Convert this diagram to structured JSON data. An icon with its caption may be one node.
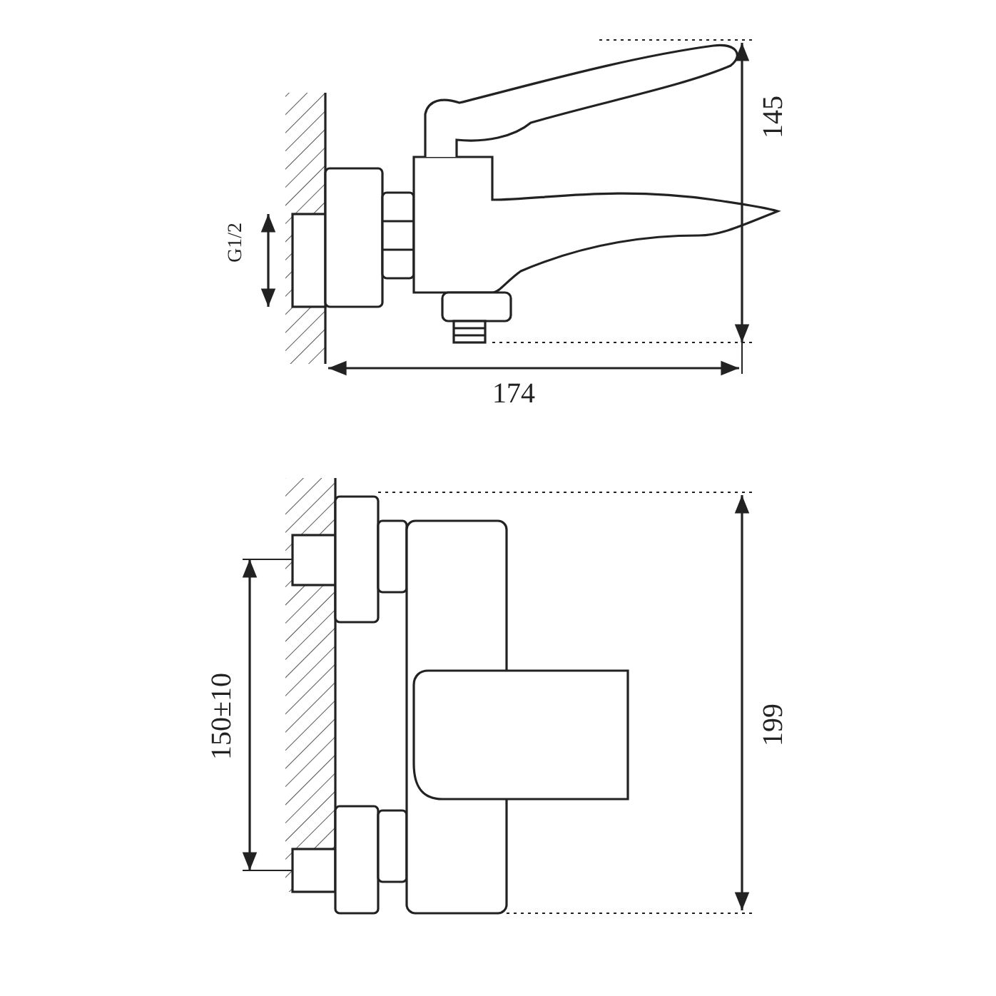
{
  "diagram": {
    "labels": [
      "145",
      "G1/2",
      "174",
      "150±10",
      "199"
    ]
  }
}
